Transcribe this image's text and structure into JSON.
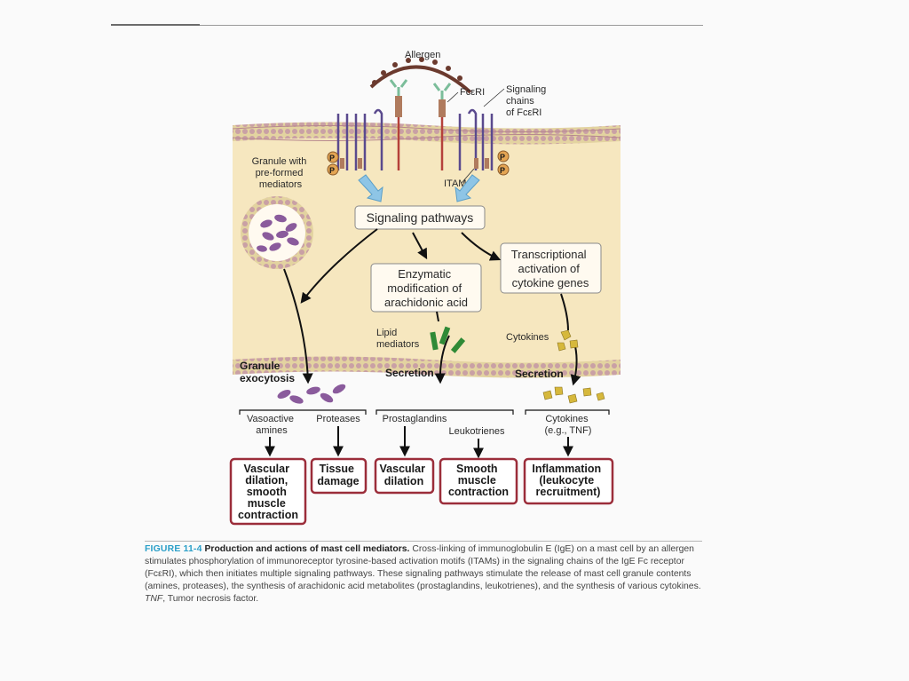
{
  "labels": {
    "allergen": "Allergen",
    "fceri": "FcεRI",
    "signaling_chains": [
      "Signaling",
      "chains",
      "of FcεRI"
    ],
    "granule": [
      "Granule with",
      "pre-formed",
      "mediators"
    ],
    "phospho": "P",
    "itam": "ITAM",
    "signaling_pathways": "Signaling pathways",
    "enzymatic": [
      "Enzymatic",
      "modification of",
      "arachidonic acid"
    ],
    "transcriptional": [
      "Transcriptional",
      "activation of",
      "cytokine genes"
    ],
    "lipid_mediators": [
      "Lipid",
      "mediators"
    ],
    "cytokines_in": "Cytokines",
    "granule_exocytosis": [
      "Granule",
      "exocytosis"
    ],
    "secretion": "Secretion",
    "vasoactive": [
      "Vasoactive",
      "amines"
    ],
    "proteases": "Proteases",
    "prostaglandins": "Prostaglandins",
    "leukotrienes": "Leukotrienes",
    "cytokines_out": [
      "Cytokines",
      "(e.g., TNF)"
    ]
  },
  "outcomes": {
    "vascular_smooth": [
      "Vascular",
      "dilation,",
      "smooth",
      "muscle",
      "contraction"
    ],
    "tissue": [
      "Tissue",
      "damage"
    ],
    "vascular": [
      "Vascular",
      "dilation"
    ],
    "smooth": [
      "Smooth",
      "muscle",
      "contraction"
    ],
    "inflammation": [
      "Inflammation",
      "(leukocyte",
      "recruitment)"
    ]
  },
  "caption": {
    "figure_label": "FIGURE 11-4",
    "title": "Production and actions of mast cell mediators.",
    "body": "Cross-linking of immunoglobulin E (IgE) on a mast cell by an allergen stimulates phosphorylation of immunoreceptor tyrosine-based activation motifs (ITAMs) in the signaling chains of the IgE Fc receptor (FcεRI), which then initiates multiple signaling pathways. These signaling pathways stimulate the release of mast cell granule contents (amines, proteases), the synthesis of arachidonic acid metabolites (prostaglandins, leukotrienes), and the synthesis of various cytokines. ",
    "abbr": "TNF",
    "abbr_def": ", Tumor necrosis factor."
  },
  "colors": {
    "cytoplasm": "#f6e7bf",
    "membrane_dot": "#c9a0a5",
    "membrane_core": "#e3d3a0",
    "outcome_border": "#9b2d3a",
    "caption_label": "#2a9fc8",
    "granule_particle": "#8a5b9c",
    "lipid": "#2f8a36",
    "cytokine": "#d6b83c",
    "arrow_blue": "#8ec5e6"
  }
}
